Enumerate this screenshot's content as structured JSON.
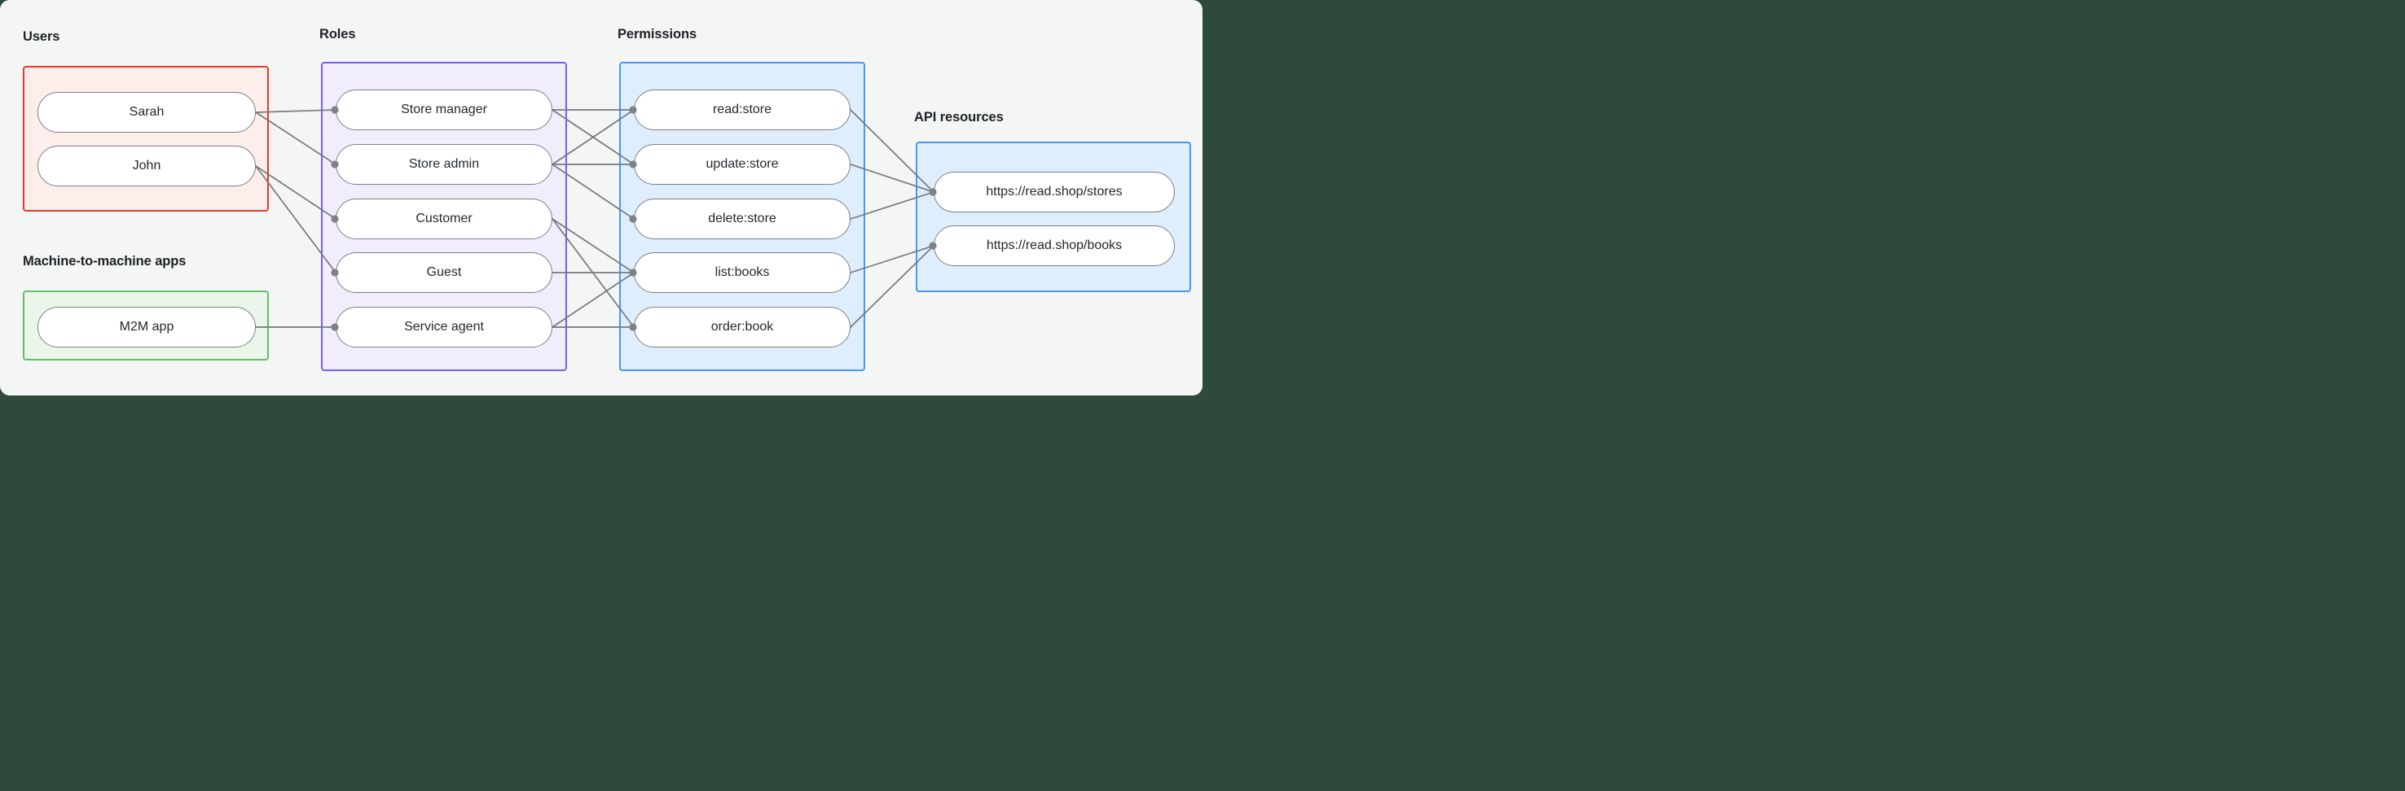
{
  "canvas": {
    "background_color": "#f4f6f5",
    "outer_background_color": "#2e4a3a"
  },
  "style": {
    "line_color": "#75797d",
    "dot_color": "#7e8286",
    "node_border_color": "#7b8085",
    "node_fill_color": "#ffffff",
    "node_text_color": "#24282c",
    "label_text_color": "#1d2125"
  },
  "groups": {
    "users": {
      "label": "Users",
      "border_color": "#e23a2a",
      "fill_color": "#fdeeec",
      "items": [
        {
          "id": "sarah",
          "label": "Sarah"
        },
        {
          "id": "john",
          "label": "John"
        }
      ]
    },
    "m2m": {
      "label": "Machine-to-machine apps",
      "border_color": "#63bc67",
      "fill_color": "#e9f6e9",
      "items": [
        {
          "id": "m2m-app",
          "label": "M2M app"
        }
      ]
    },
    "roles": {
      "label": "Roles",
      "border_color": "#7b5bf7",
      "fill_color": "#f2edfd",
      "items": [
        {
          "id": "store-manager",
          "label": "Store manager"
        },
        {
          "id": "store-admin",
          "label": "Store admin"
        },
        {
          "id": "customer",
          "label": "Customer"
        },
        {
          "id": "guest",
          "label": "Guest"
        },
        {
          "id": "service-agent",
          "label": "Service agent"
        }
      ]
    },
    "permissions": {
      "label": "Permissions",
      "border_color": "#4897f7",
      "fill_color": "#dfeefd",
      "items": [
        {
          "id": "read-store",
          "label": "read:store"
        },
        {
          "id": "update-store",
          "label": "update:store"
        },
        {
          "id": "delete-store",
          "label": "delete:store"
        },
        {
          "id": "list-books",
          "label": "list:books"
        },
        {
          "id": "order-book",
          "label": "order:book"
        }
      ]
    },
    "api": {
      "label": "API resources",
      "border_color": "#4897f7",
      "fill_color": "#dfeefd",
      "items": [
        {
          "id": "api-stores",
          "label": "https://read.shop/stores"
        },
        {
          "id": "api-books",
          "label": "https://read.shop/books"
        }
      ]
    }
  },
  "edges": [
    {
      "from": "sarah",
      "to": "store-manager"
    },
    {
      "from": "sarah",
      "to": "store-admin"
    },
    {
      "from": "john",
      "to": "customer"
    },
    {
      "from": "john",
      "to": "guest"
    },
    {
      "from": "m2m-app",
      "to": "service-agent"
    },
    {
      "from": "store-manager",
      "to": "read-store"
    },
    {
      "from": "store-manager",
      "to": "update-store"
    },
    {
      "from": "store-admin",
      "to": "read-store"
    },
    {
      "from": "store-admin",
      "to": "update-store"
    },
    {
      "from": "store-admin",
      "to": "delete-store"
    },
    {
      "from": "customer",
      "to": "list-books"
    },
    {
      "from": "customer",
      "to": "order-book"
    },
    {
      "from": "guest",
      "to": "list-books"
    },
    {
      "from": "service-agent",
      "to": "list-books"
    },
    {
      "from": "service-agent",
      "to": "order-book"
    },
    {
      "from": "read-store",
      "to": "api-stores"
    },
    {
      "from": "update-store",
      "to": "api-stores"
    },
    {
      "from": "delete-store",
      "to": "api-stores"
    },
    {
      "from": "list-books",
      "to": "api-books"
    },
    {
      "from": "order-book",
      "to": "api-books"
    }
  ]
}
